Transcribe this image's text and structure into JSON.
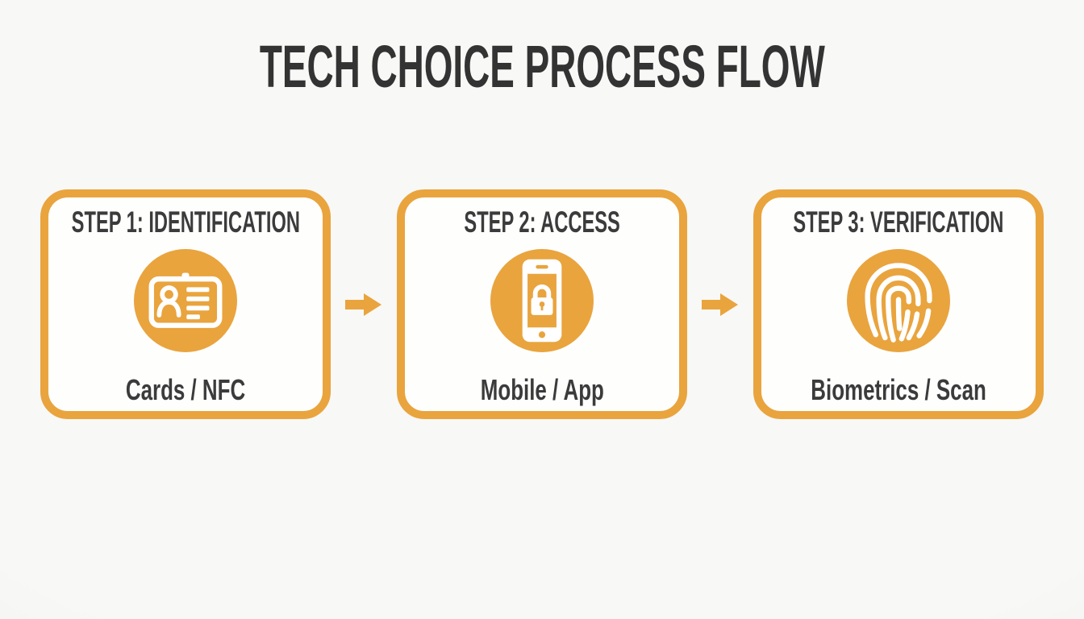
{
  "page_title": "TECH CHOICE PROCESS FLOW",
  "colors": {
    "accent": "#E9A43E",
    "heading_text": "#333333",
    "step_text": "#3B3B3B",
    "card_background": "#FEFEFD",
    "page_background": "#F6F6F4"
  },
  "steps": [
    {
      "heading": "STEP 1: IDENTIFICATION",
      "icon": "id-card-icon",
      "label": "Cards / NFC"
    },
    {
      "heading": "STEP 2: ACCESS",
      "icon": "mobile-lock-icon",
      "label": "Mobile / App"
    },
    {
      "heading": "STEP 3: VERIFICATION",
      "icon": "fingerprint-icon",
      "label": "Biometrics / Scan"
    }
  ],
  "connectors": [
    {
      "icon": "arrow-right-icon"
    },
    {
      "icon": "arrow-right-icon"
    }
  ]
}
